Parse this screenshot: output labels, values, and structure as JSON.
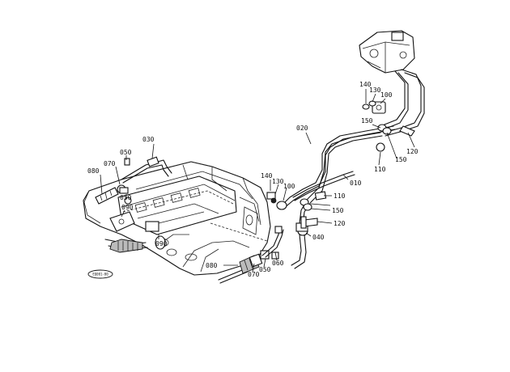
{
  "callouts": [
    {
      "id": "c-030a",
      "text": "030"
    },
    {
      "id": "c-050a",
      "text": "050"
    },
    {
      "id": "c-070a",
      "text": "070"
    },
    {
      "id": "c-080a",
      "text": "080"
    },
    {
      "id": "c-050b",
      "text": "050"
    },
    {
      "id": "c-090a",
      "text": "090"
    },
    {
      "id": "c-090b",
      "text": "090"
    },
    {
      "id": "c-080b",
      "text": "080"
    },
    {
      "id": "c-070b",
      "text": "070"
    },
    {
      "id": "c-050c",
      "text": "050"
    },
    {
      "id": "c-060",
      "text": "060"
    },
    {
      "id": "c-020",
      "text": "020"
    },
    {
      "id": "c-010",
      "text": "010"
    },
    {
      "id": "c-140a",
      "text": "140"
    },
    {
      "id": "c-130a",
      "text": "130"
    },
    {
      "id": "c-100a",
      "text": "100"
    },
    {
      "id": "c-110a",
      "text": "110"
    },
    {
      "id": "c-150a",
      "text": "150"
    },
    {
      "id": "c-120a",
      "text": "120"
    },
    {
      "id": "c-040",
      "text": "040"
    },
    {
      "id": "c-140b",
      "text": "140"
    },
    {
      "id": "c-130b",
      "text": "130"
    },
    {
      "id": "c-100b",
      "text": "100"
    },
    {
      "id": "c-150b",
      "text": "150"
    },
    {
      "id": "c-150c",
      "text": "150"
    },
    {
      "id": "c-110b",
      "text": "110"
    },
    {
      "id": "c-120b",
      "text": "120"
    }
  ],
  "stamp": "EQ001-00"
}
